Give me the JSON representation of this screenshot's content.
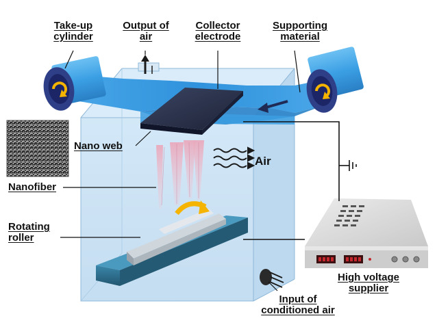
{
  "labels": {
    "take_up": [
      "Take-up",
      "cylinder"
    ],
    "output_air": [
      "Output of",
      "air"
    ],
    "collector": [
      "Collector",
      "electrode"
    ],
    "supporting": [
      "Supporting",
      "material"
    ],
    "nano_web": "Nano web",
    "air": "Air",
    "nanofiber": "Nanofiber",
    "rotating": [
      "Rotating",
      "roller"
    ],
    "high_voltage": [
      "High voltage",
      "supplier"
    ],
    "input_air": [
      "Input of",
      "conditioned air"
    ]
  },
  "colors": {
    "chamber": "#c7e1f5",
    "belt": "#3f9ee0",
    "roller_dark": "#2e3f88",
    "electrode": "#2b3350",
    "arrow": "#f5b400",
    "fiber": "#e6a3b8",
    "tray": "#2d6d8c",
    "supplier": "#dcdcdc",
    "led": "#c4282e"
  },
  "icons": [
    "rotation-arrow-icon",
    "air-flow-icon",
    "ground-symbol-icon",
    "fan-icon"
  ]
}
